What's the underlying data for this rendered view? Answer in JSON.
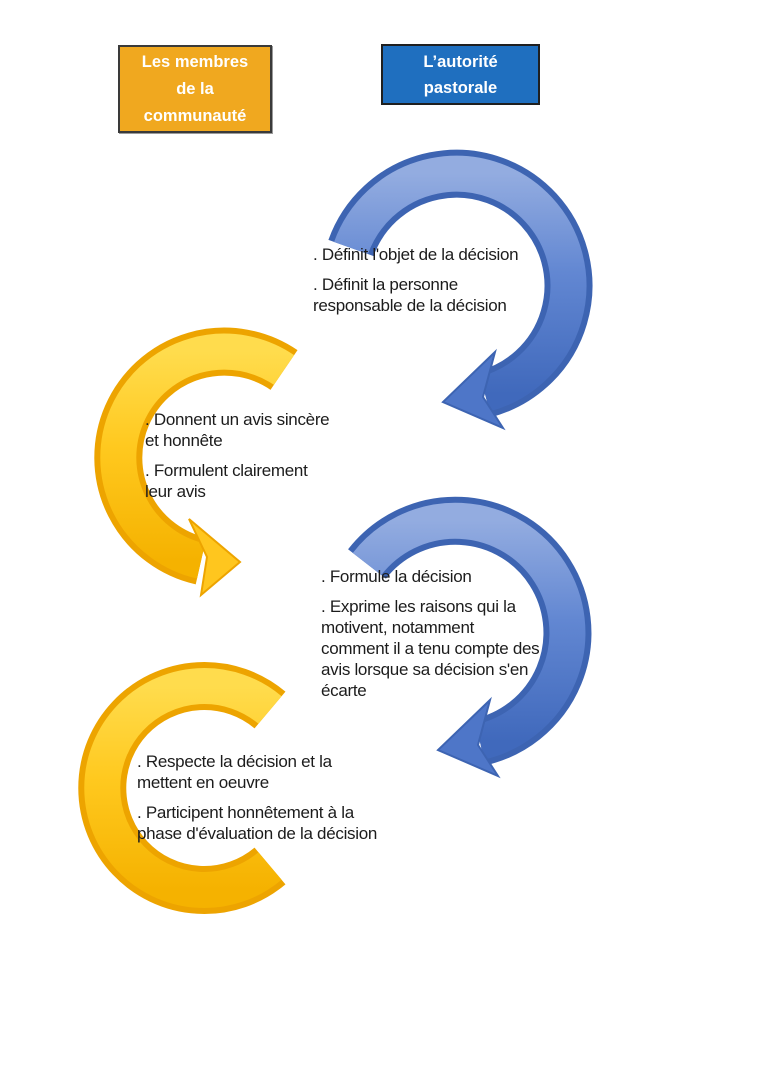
{
  "diagram": {
    "title_boxes": {
      "members": {
        "text": "Les membres\nde la\ncommunauté",
        "bg": "#F0A81F",
        "text_color": "#ffffff"
      },
      "authority": {
        "text": "L’autorité\npastorale",
        "bg": "#1F6FBF",
        "text_color": "#ffffff"
      }
    },
    "steps": [
      {
        "actor": "authority",
        "arrow": "blue-curved-arrow",
        "items": [
          ". Définit l'objet de la décision",
          ". Définit la personne\nresponsable de la décision"
        ]
      },
      {
        "actor": "members",
        "arrow": "yellow-curved-arrow",
        "items": [
          ". Donnent un avis sincère\net honnête",
          ". Formulent clairement\nleur avis"
        ]
      },
      {
        "actor": "authority",
        "arrow": "blue-curved-arrow",
        "items": [
          ". Formule la décision",
          ". Exprime les raisons qui la\nmotivent, notamment\ncomment il a tenu compte des\navis lorsque sa décision s'en\nécarte"
        ]
      },
      {
        "actor": "members",
        "arrow": "yellow-curved-arrow",
        "items": [
          ". Respecte la décision et la\nmettent en oeuvre",
          ". Participent honnêtement à la\nphase d'évaluation de la décision"
        ]
      }
    ],
    "colors": {
      "blue_arrow": "#4472C4",
      "yellow_arrow": "#FFC000",
      "members_box_bg": "#F0A81F",
      "authority_box_bg": "#1F6FBF",
      "text": "#1C1C1C"
    }
  }
}
